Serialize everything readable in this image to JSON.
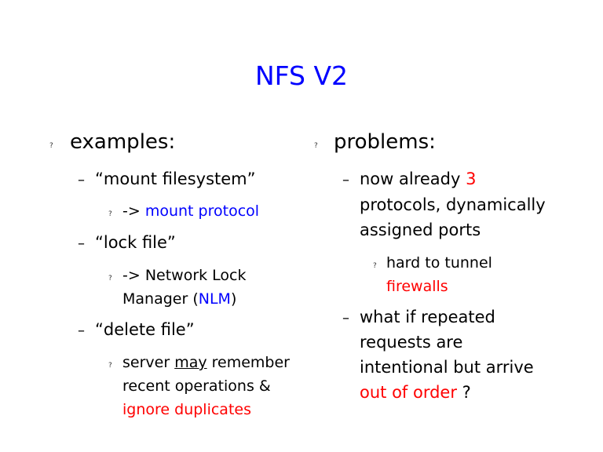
{
  "title": "NFS V2",
  "bullet_glyph": "?",
  "dash_glyph": "–",
  "left": {
    "heading": "examples:",
    "items": [
      {
        "text": "“mount filesystem”",
        "sub": {
          "prefix": "-> ",
          "highlight": "mount protocol"
        }
      },
      {
        "text": "“lock file”",
        "sub": {
          "line1": "-> Network Lock",
          "line2_prefix": "Manager (",
          "line2_highlight": "NLM",
          "line2_suffix": ")"
        }
      },
      {
        "text": "“delete file”",
        "sub": {
          "line1_a": "server ",
          "line1_u": "may",
          "line1_b": " remember",
          "line2": "recent operations &",
          "line3": "ignore duplicates"
        }
      }
    ]
  },
  "right": {
    "heading": "problems:",
    "items": [
      {
        "line1": "now already ",
        "line1_highlight": "3",
        "line2": "protocols, dynamically",
        "line3": "assigned ports",
        "sub": {
          "line1": "hard to tunnel",
          "line2": "firewalls"
        }
      },
      {
        "line1": "what if repeated",
        "line2": "requests are",
        "line3": "intentional but arrive",
        "line4_highlight": "out of order",
        "line4_suffix": " ?"
      }
    ]
  },
  "colors": {
    "title": "#0000ff",
    "blue": "#0000ff",
    "red": "#ff0000"
  }
}
